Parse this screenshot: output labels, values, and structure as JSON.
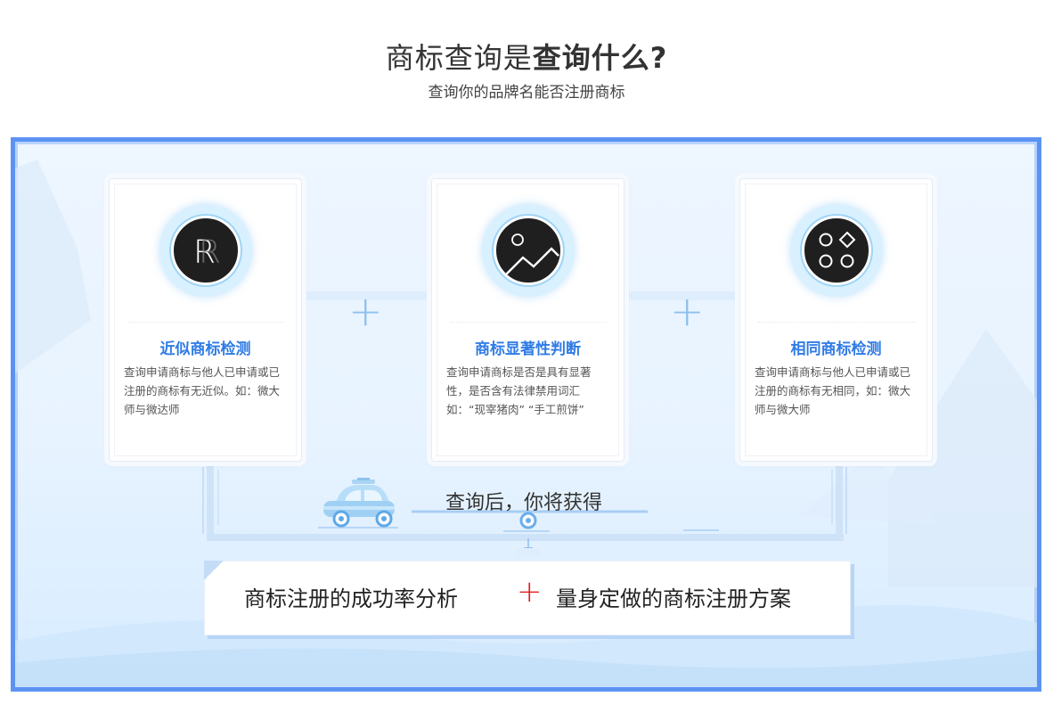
{
  "header": {
    "title_light": "商标查询是",
    "title_bold": "查询什么?",
    "subtitle": "查询你的品牌名能否注册商标"
  },
  "cards": [
    {
      "icon": "registered-trademark-icon",
      "title": "近似商标检测",
      "desc": "查询申请商标与他人已申请或已注册的商标有无近似。如：微大师与微达师"
    },
    {
      "icon": "landscape-image-icon",
      "title": "商标显著性判断",
      "desc": "查询申请商标是否是具有显著性，是否含有法律禁用词汇 如：“现宰猪肉” “手工煎饼”"
    },
    {
      "icon": "shapes-icon",
      "title": "相同商标检测",
      "desc": "查询申请商标与他人已申请或已注册的商标有无相同，如：微大师与微大师"
    }
  ],
  "flow": {
    "result_label": "查询后，你将获得"
  },
  "result": {
    "left_text": "商标注册的成功率分析",
    "plus": "+",
    "right_text": "量身定做的商标注册方案"
  },
  "colors": {
    "accent_blue": "#2f7be5",
    "panel_border": "#5c93f3",
    "plus_red": "#e02020"
  }
}
